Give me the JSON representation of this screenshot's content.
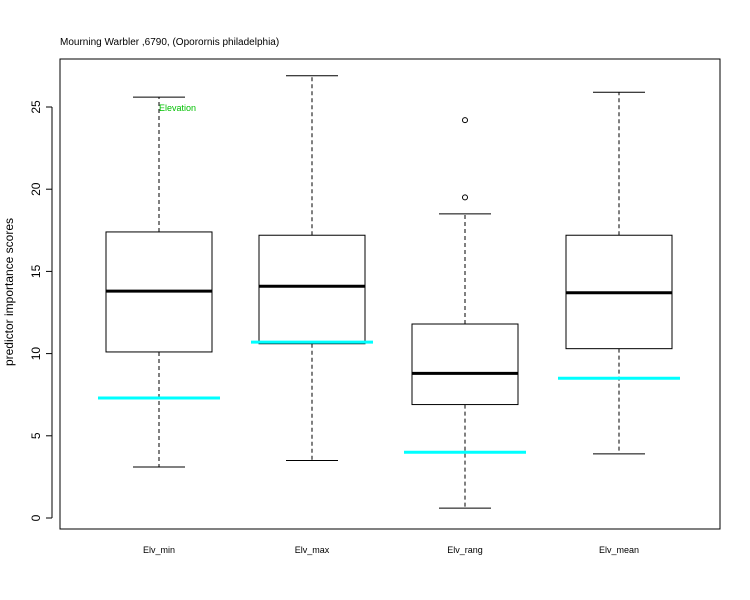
{
  "chart_data": {
    "type": "boxplot",
    "title": "Mourning Warbler ,6790, (Oporornis philadelphia)",
    "xlabel": "",
    "ylabel": "predictor importance scores",
    "ylim": [
      -0.5,
      28
    ],
    "yticks": [
      0,
      5,
      10,
      15,
      20,
      25
    ],
    "grid": false,
    "legend": "none",
    "annotation": {
      "text": "Elevation",
      "color": "#00c000"
    },
    "colors": {
      "box": "#000000",
      "reference_line": "#00ffff",
      "median": "#000000"
    },
    "categories": [
      "Elv_min",
      "Elv_max",
      "Elv_rang",
      "Elv_mean"
    ],
    "boxes": [
      {
        "category": "Elv_min",
        "whisker_low": 3.1,
        "q1": 10.1,
        "median": 13.8,
        "q3": 17.4,
        "whisker_high": 25.6,
        "outliers": [],
        "reference": 7.3
      },
      {
        "category": "Elv_max",
        "whisker_low": 3.5,
        "q1": 10.6,
        "median": 14.1,
        "q3": 17.2,
        "whisker_high": 26.9,
        "outliers": [],
        "reference": 10.7
      },
      {
        "category": "Elv_rang",
        "whisker_low": 0.6,
        "q1": 6.9,
        "median": 8.8,
        "q3": 11.8,
        "whisker_high": 18.5,
        "outliers": [
          19.5,
          24.2
        ],
        "reference": 4.0
      },
      {
        "category": "Elv_mean",
        "whisker_low": 3.9,
        "q1": 10.3,
        "median": 13.7,
        "q3": 17.2,
        "whisker_high": 25.9,
        "outliers": [],
        "reference": 8.5
      }
    ]
  }
}
